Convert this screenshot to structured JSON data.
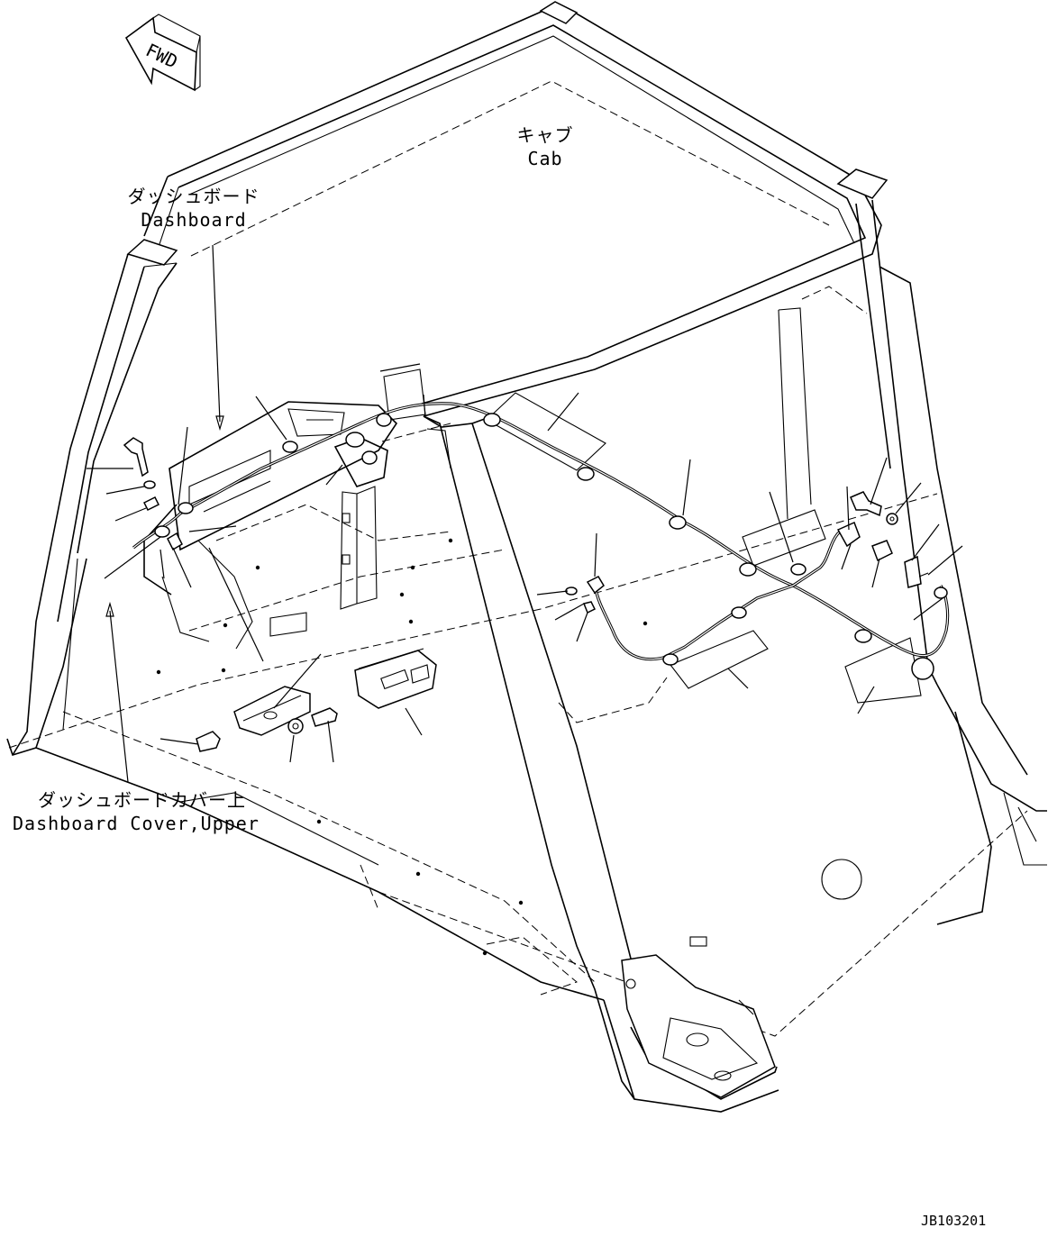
{
  "fwd_label": "FWD",
  "cab": {
    "jp": "キャブ",
    "en": "Cab"
  },
  "dashboard": {
    "jp": "ダッシュボード",
    "en": "Dashboard"
  },
  "dashboard_cover_upper": {
    "jp": "ダッシュボードカバー上",
    "en": "Dashboard Cover,Upper"
  },
  "figure_code": "JB103201"
}
